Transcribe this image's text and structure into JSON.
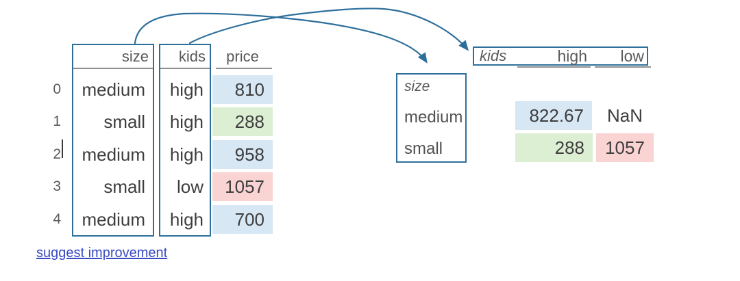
{
  "colors": {
    "box-blue": "#2d6f9b",
    "arrow-blue": "#2d6f9b",
    "cell-blue": "#d7e7f4",
    "cell-green": "#dcefd3",
    "cell-red": "#fad3d3",
    "underline-gray": "#8f8f8f",
    "header-gray": "#5a5a5a",
    "text-dark": "#3e3e3e",
    "index-gray": "#515151",
    "link-blue": "#3a4bc4"
  },
  "source_table": {
    "headers": [
      "size",
      "kids",
      "price"
    ],
    "rows": [
      {
        "index": "0",
        "size": "medium",
        "kids": "high",
        "price": "810",
        "highlight": "blue"
      },
      {
        "index": "1",
        "size": "small",
        "kids": "high",
        "price": "288",
        "highlight": "green"
      },
      {
        "index": "2",
        "size": "medium",
        "kids": "high",
        "price": "958",
        "highlight": "blue"
      },
      {
        "index": "3",
        "size": "small",
        "kids": "low",
        "price": "1057",
        "highlight": "red"
      },
      {
        "index": "4",
        "size": "medium",
        "kids": "high",
        "price": "700",
        "highlight": "blue"
      }
    ]
  },
  "pivot_table": {
    "columns_label": "kids",
    "index_label": "size",
    "column_headers": [
      "high",
      "low"
    ],
    "index_values": [
      "medium",
      "small"
    ],
    "values": [
      [
        {
          "value": "822.67",
          "highlight": "blue"
        },
        {
          "value": "NaN",
          "highlight": "none"
        }
      ],
      [
        {
          "value": "288",
          "highlight": "green"
        },
        {
          "value": "1057",
          "highlight": "red"
        }
      ]
    ]
  },
  "footer": {
    "link_label": "suggest improvement"
  }
}
